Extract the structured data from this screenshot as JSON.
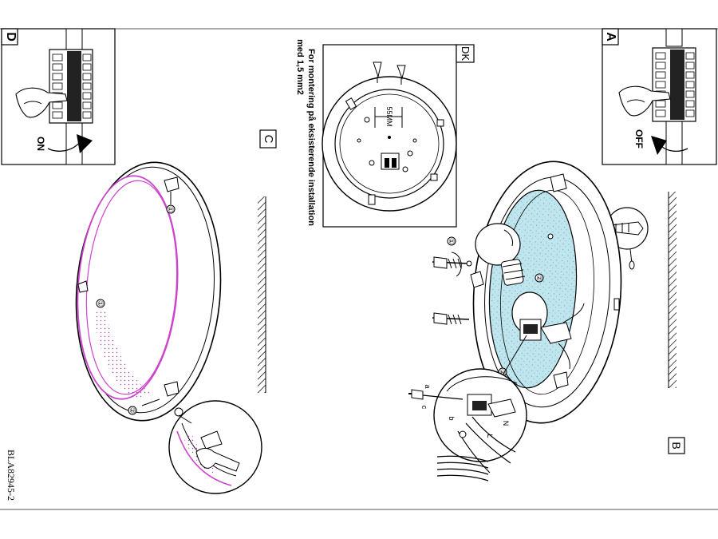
{
  "panels": {
    "a": {
      "label": "A",
      "switch_text": "OFF"
    },
    "b": {
      "label": "B"
    },
    "c": {
      "label": "C"
    },
    "d": {
      "label": "D",
      "switch_text": "ON"
    },
    "dk": {
      "label": "DK",
      "dimension": "55MM",
      "note_line1": "For montering på eksisterende installation",
      "note_line2": "med 1,5 mm2"
    }
  },
  "wire_labels": {
    "n": "N",
    "l": "L",
    "a": "a",
    "b": "b",
    "c": "c"
  },
  "callouts": {
    "one": "①",
    "two": "②"
  },
  "document_code": "BLA82945-2",
  "colors": {
    "glass_tint": "#bfe6ee",
    "outline_magenta": "#cc44cc",
    "line": "#000000"
  }
}
